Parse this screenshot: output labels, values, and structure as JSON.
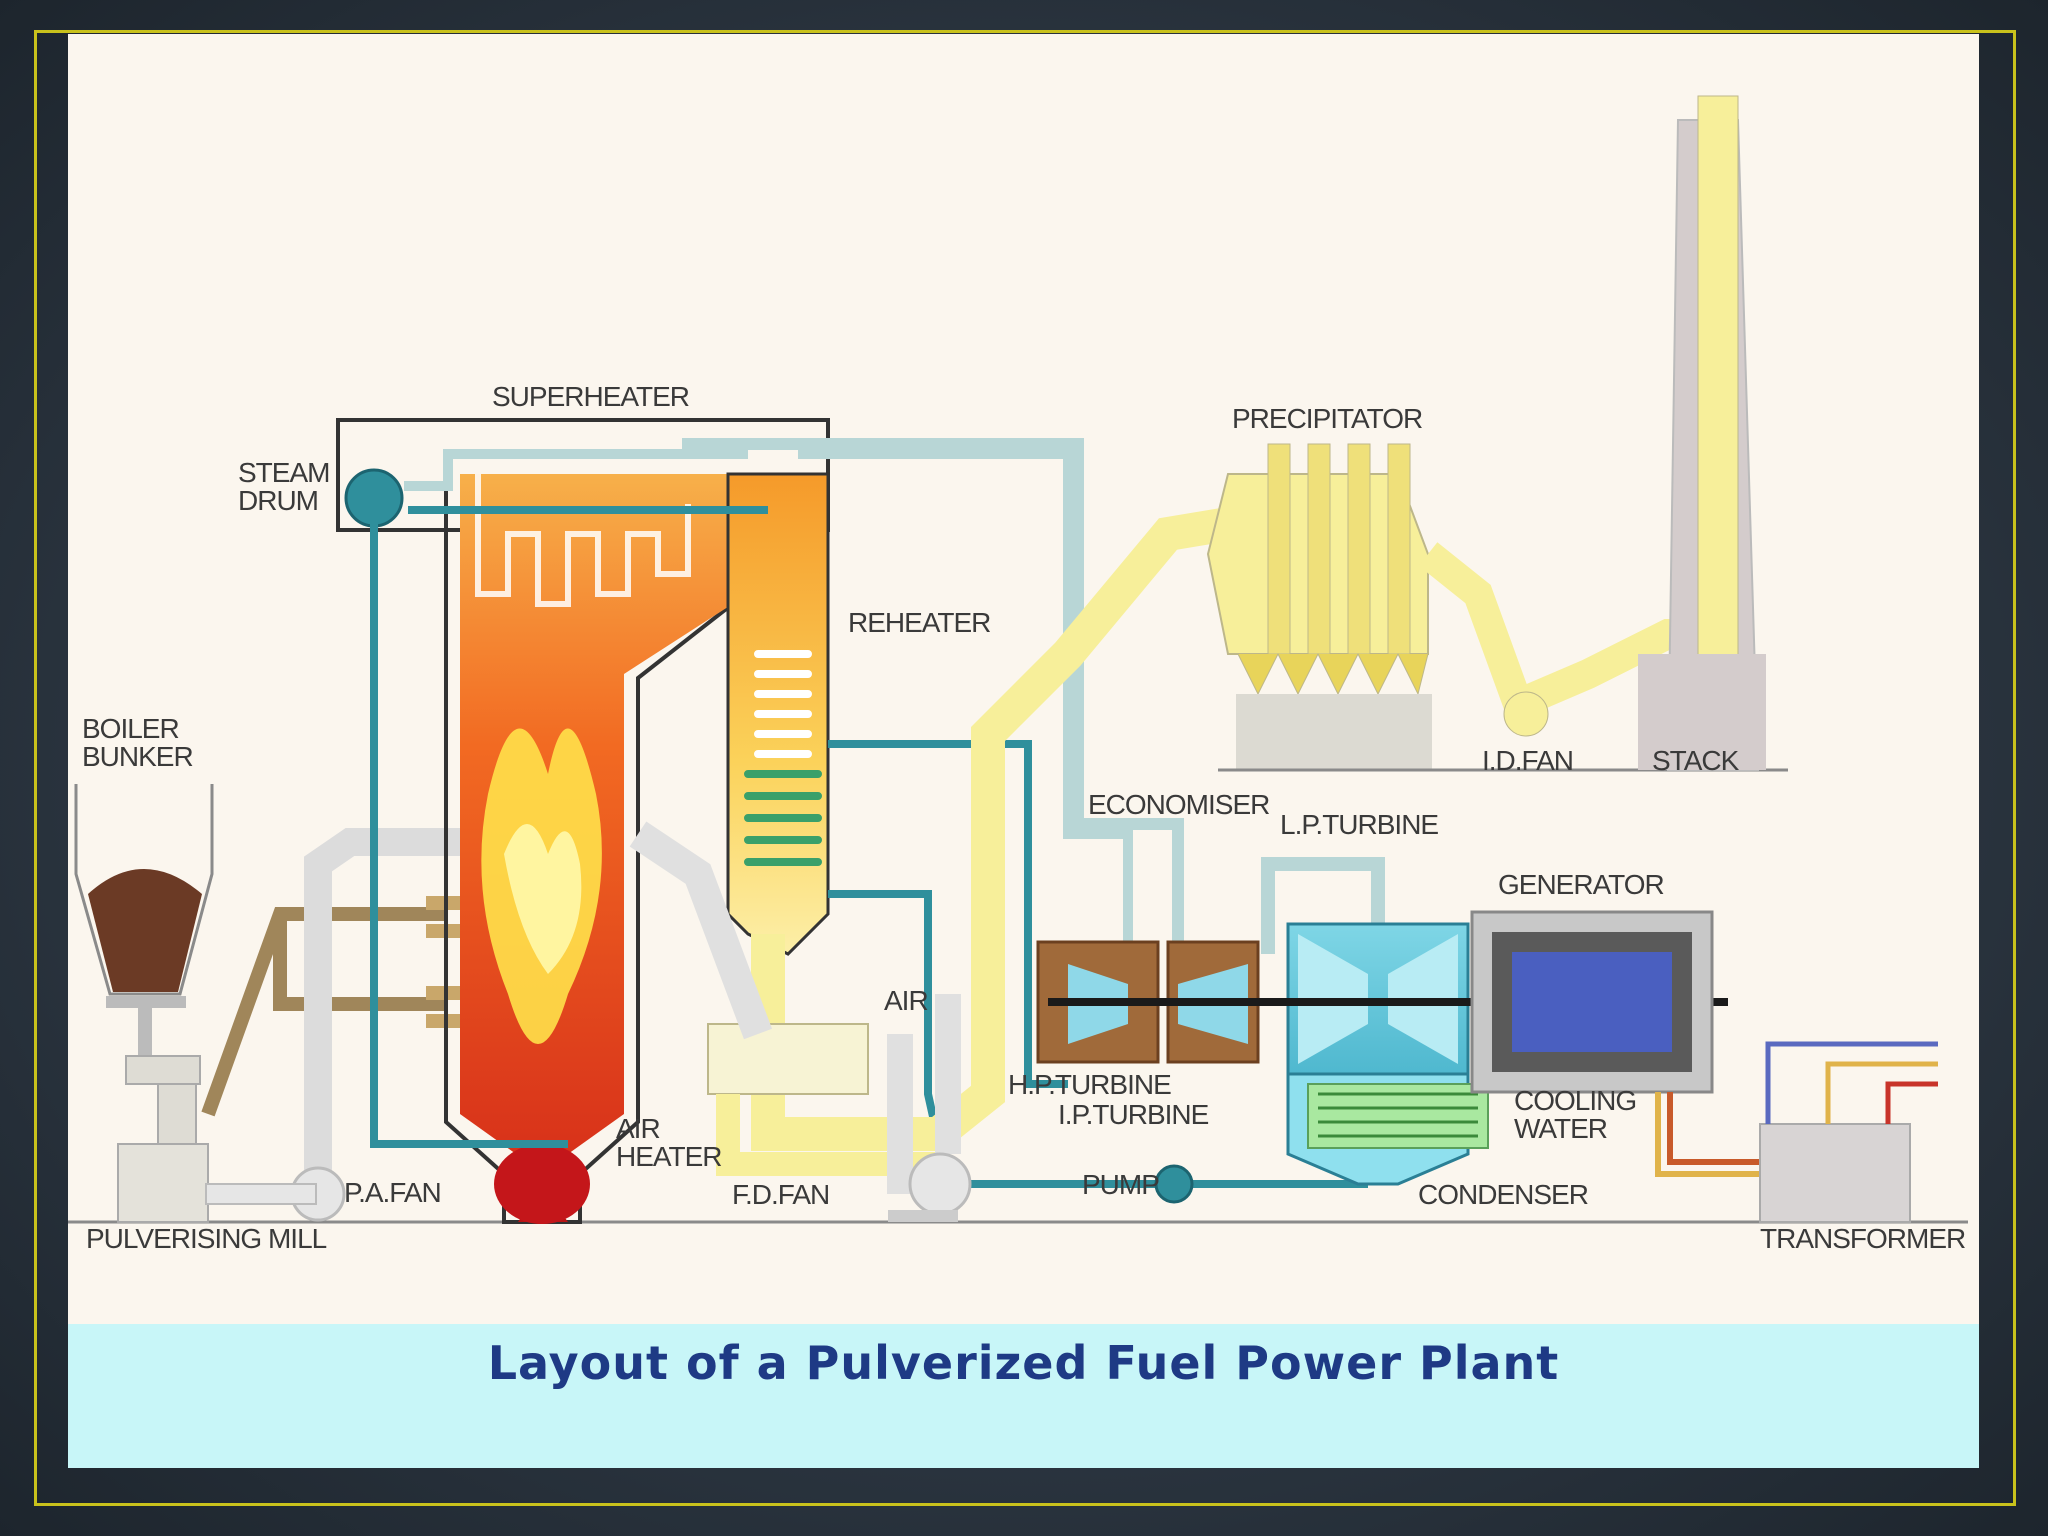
{
  "title": "Layout of a Pulverized Fuel Power Plant",
  "labels": {
    "superheater": "SUPERHEATER",
    "steam_drum_1": "STEAM",
    "steam_drum_2": "DRUM",
    "reheater": "REHEATER",
    "boiler_bunker_1": "BOILER",
    "boiler_bunker_2": "BUNKER",
    "precipitator": "PRECIPITATOR",
    "id_fan": "I.D.FAN",
    "stack": "STACK",
    "economiser": "ECONOMISER",
    "lp_turbine": "L.P.TURBINE",
    "generator": "GENERATOR",
    "air": "AIR",
    "hp_turbine": "H.P.TURBINE",
    "ip_turbine": "I.P.TURBINE",
    "cooling_water_1": "COOLING",
    "cooling_water_2": "WATER",
    "air_heater_1": "AIR",
    "air_heater_2": "HEATER",
    "pa_fan": "P.A.FAN",
    "fd_fan": "F.D.FAN",
    "pump": "PUMP",
    "condenser": "CONDENSER",
    "pulverising_mill": "PULVERISING MILL",
    "transformer": "TRANSFORMER"
  },
  "colors": {
    "flame_red": "#e8341c",
    "flame_orange": "#f59a2a",
    "flame_yellow": "#ffe14a",
    "water_pipe": "#2f8f9c",
    "steam_pipe": "#b8d6d6",
    "flue_gas": "#f7ef9a",
    "coal": "#6b3a25",
    "caption": "#1e3a85",
    "frame": "#c9c21c"
  }
}
